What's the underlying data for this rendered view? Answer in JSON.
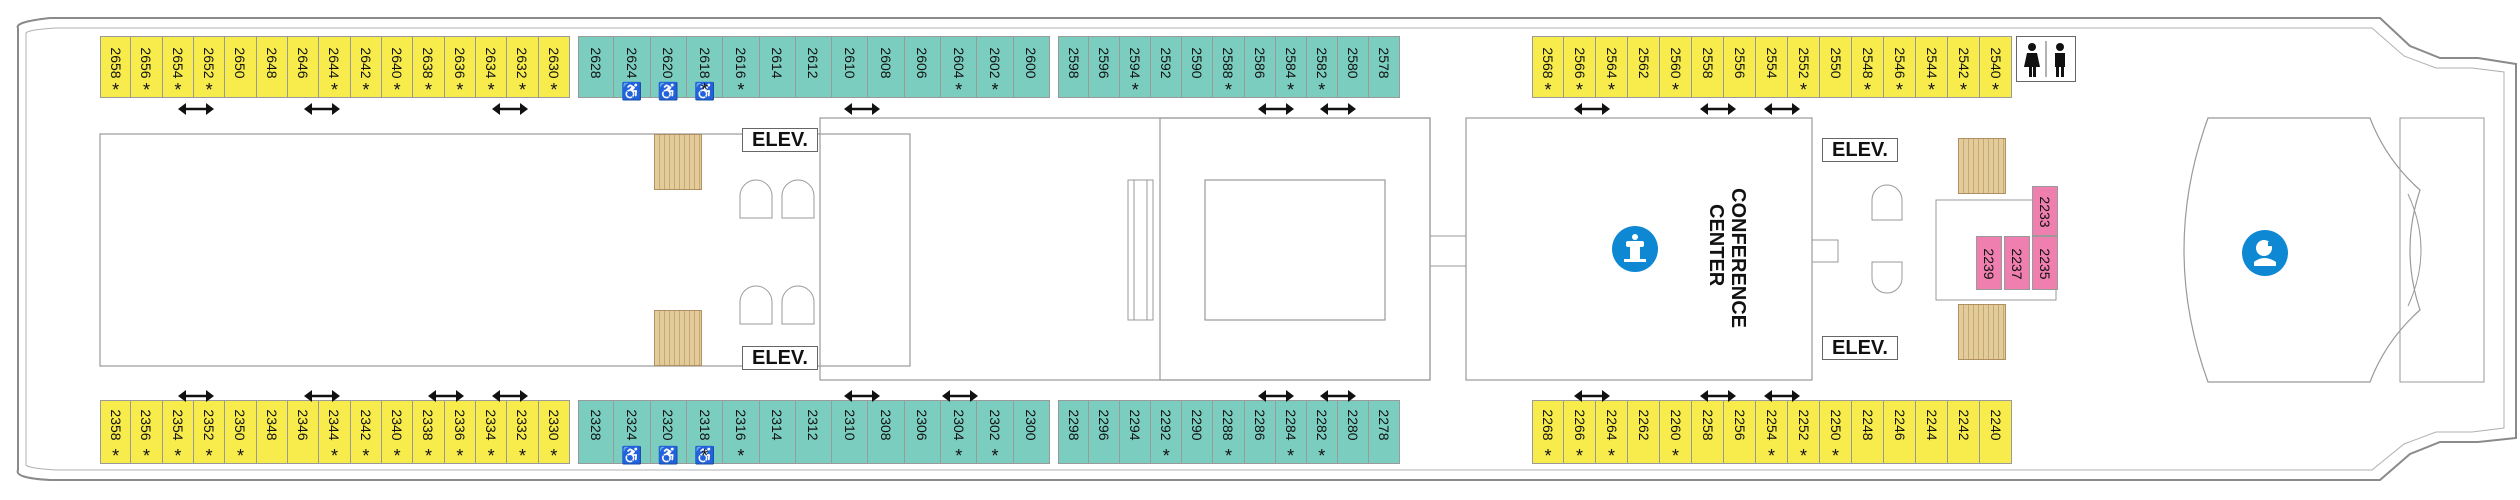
{
  "colors": {
    "yellow": "#f7ec4c",
    "teal": "#7bcdc0",
    "pink": "#ee7fae",
    "outline": "#8a8a8a",
    "accent": "#0f88d4"
  },
  "labels": {
    "elev": "ELEV.",
    "conference_line1": "CONFERENCE",
    "conference_line2": "CENTER"
  },
  "icons": {
    "conference": "podium-icon",
    "accessible": "wheelchair-icon",
    "spa": "spa-icon",
    "restroom": "restroom-icon"
  },
  "cabins": {
    "top_left": [
      {
        "num": "2658",
        "ast": true
      },
      {
        "num": "2656",
        "ast": true
      },
      {
        "num": "2654",
        "ast": true
      },
      {
        "num": "2652",
        "ast": true
      },
      {
        "num": "2650",
        "ast": false
      },
      {
        "num": "2648",
        "ast": false
      },
      {
        "num": "2646",
        "ast": false
      },
      {
        "num": "2644",
        "ast": true
      },
      {
        "num": "2642",
        "ast": true
      },
      {
        "num": "2640",
        "ast": true
      },
      {
        "num": "2638",
        "ast": true
      },
      {
        "num": "2636",
        "ast": true
      },
      {
        "num": "2634",
        "ast": true
      },
      {
        "num": "2632",
        "ast": true
      },
      {
        "num": "2630",
        "ast": true
      }
    ],
    "top_mid": [
      {
        "num": "2628",
        "ast": false,
        "wc": false
      },
      {
        "num": "2624",
        "ast": false,
        "wc": true
      },
      {
        "num": "2620",
        "ast": false,
        "wc": true
      },
      {
        "num": "2618",
        "ast": true,
        "wc": true
      },
      {
        "num": "2616",
        "ast": true,
        "wc": false
      },
      {
        "num": "2614",
        "ast": false,
        "wc": false
      },
      {
        "num": "2612",
        "ast": false,
        "wc": false
      },
      {
        "num": "2610",
        "ast": false,
        "wc": false
      },
      {
        "num": "2608",
        "ast": false,
        "wc": false
      },
      {
        "num": "2606",
        "ast": false,
        "wc": false
      },
      {
        "num": "2604",
        "ast": true,
        "wc": false
      },
      {
        "num": "2602",
        "ast": true,
        "wc": false
      },
      {
        "num": "2600",
        "ast": false,
        "wc": false
      }
    ],
    "top_right_teal": [
      {
        "num": "2598",
        "ast": false
      },
      {
        "num": "2596",
        "ast": false
      },
      {
        "num": "2594",
        "ast": true
      },
      {
        "num": "2592",
        "ast": false
      },
      {
        "num": "2590",
        "ast": false
      },
      {
        "num": "2588",
        "ast": true
      },
      {
        "num": "2586",
        "ast": false
      },
      {
        "num": "2584",
        "ast": true
      },
      {
        "num": "2582",
        "ast": true
      },
      {
        "num": "2580",
        "ast": false
      },
      {
        "num": "2578",
        "ast": false
      }
    ],
    "top_fwd": [
      {
        "num": "2568",
        "ast": true
      },
      {
        "num": "2566",
        "ast": true
      },
      {
        "num": "2564",
        "ast": true
      },
      {
        "num": "2562",
        "ast": false
      },
      {
        "num": "2560",
        "ast": true
      },
      {
        "num": "2558",
        "ast": false
      },
      {
        "num": "2556",
        "ast": false
      },
      {
        "num": "2554",
        "ast": false
      },
      {
        "num": "2552",
        "ast": true
      },
      {
        "num": "2550",
        "ast": false
      },
      {
        "num": "2548",
        "ast": true
      },
      {
        "num": "2546",
        "ast": true
      },
      {
        "num": "2544",
        "ast": true
      },
      {
        "num": "2542",
        "ast": true
      },
      {
        "num": "2540",
        "ast": true
      }
    ],
    "bot_left": [
      {
        "num": "2358",
        "ast": true
      },
      {
        "num": "2356",
        "ast": true
      },
      {
        "num": "2354",
        "ast": true
      },
      {
        "num": "2352",
        "ast": true
      },
      {
        "num": "2350",
        "ast": true
      },
      {
        "num": "2348",
        "ast": false
      },
      {
        "num": "2346",
        "ast": false
      },
      {
        "num": "2344",
        "ast": true
      },
      {
        "num": "2342",
        "ast": true
      },
      {
        "num": "2340",
        "ast": true
      },
      {
        "num": "2338",
        "ast": true
      },
      {
        "num": "2336",
        "ast": true
      },
      {
        "num": "2334",
        "ast": true
      },
      {
        "num": "2332",
        "ast": true
      },
      {
        "num": "2330",
        "ast": true
      }
    ],
    "bot_mid": [
      {
        "num": "2328",
        "ast": false,
        "wc": false
      },
      {
        "num": "2324",
        "ast": false,
        "wc": true
      },
      {
        "num": "2320",
        "ast": false,
        "wc": true
      },
      {
        "num": "2318",
        "ast": true,
        "wc": true
      },
      {
        "num": "2316",
        "ast": true,
        "wc": false
      },
      {
        "num": "2314",
        "ast": false,
        "wc": false
      },
      {
        "num": "2312",
        "ast": false,
        "wc": false
      },
      {
        "num": "2310",
        "ast": false,
        "wc": false
      },
      {
        "num": "2308",
        "ast": false,
        "wc": false
      },
      {
        "num": "2306",
        "ast": false,
        "wc": false
      },
      {
        "num": "2304",
        "ast": true,
        "wc": false
      },
      {
        "num": "2302",
        "ast": true,
        "wc": false
      },
      {
        "num": "2300",
        "ast": false,
        "wc": false
      }
    ],
    "bot_right_teal": [
      {
        "num": "2298",
        "ast": false
      },
      {
        "num": "2296",
        "ast": false
      },
      {
        "num": "2294",
        "ast": false
      },
      {
        "num": "2292",
        "ast": true
      },
      {
        "num": "2290",
        "ast": false
      },
      {
        "num": "2288",
        "ast": true
      },
      {
        "num": "2286",
        "ast": false
      },
      {
        "num": "2284",
        "ast": true
      },
      {
        "num": "2282",
        "ast": true
      },
      {
        "num": "2280",
        "ast": false
      },
      {
        "num": "2278",
        "ast": false
      }
    ],
    "bot_fwd": [
      {
        "num": "2268",
        "ast": true
      },
      {
        "num": "2266",
        "ast": true
      },
      {
        "num": "2264",
        "ast": true
      },
      {
        "num": "2262",
        "ast": false
      },
      {
        "num": "2260",
        "ast": true
      },
      {
        "num": "2258",
        "ast": false
      },
      {
        "num": "2256",
        "ast": false
      },
      {
        "num": "2254",
        "ast": true
      },
      {
        "num": "2252",
        "ast": true
      },
      {
        "num": "2250",
        "ast": true
      },
      {
        "num": "2248",
        "ast": false
      },
      {
        "num": "2246",
        "ast": false
      },
      {
        "num": "2244",
        "ast": false
      },
      {
        "num": "2242",
        "ast": false
      },
      {
        "num": "2240",
        "ast": false
      }
    ],
    "pink": [
      {
        "num": "2233"
      },
      {
        "num": "2239"
      },
      {
        "num": "2237"
      },
      {
        "num": "2235"
      }
    ]
  }
}
